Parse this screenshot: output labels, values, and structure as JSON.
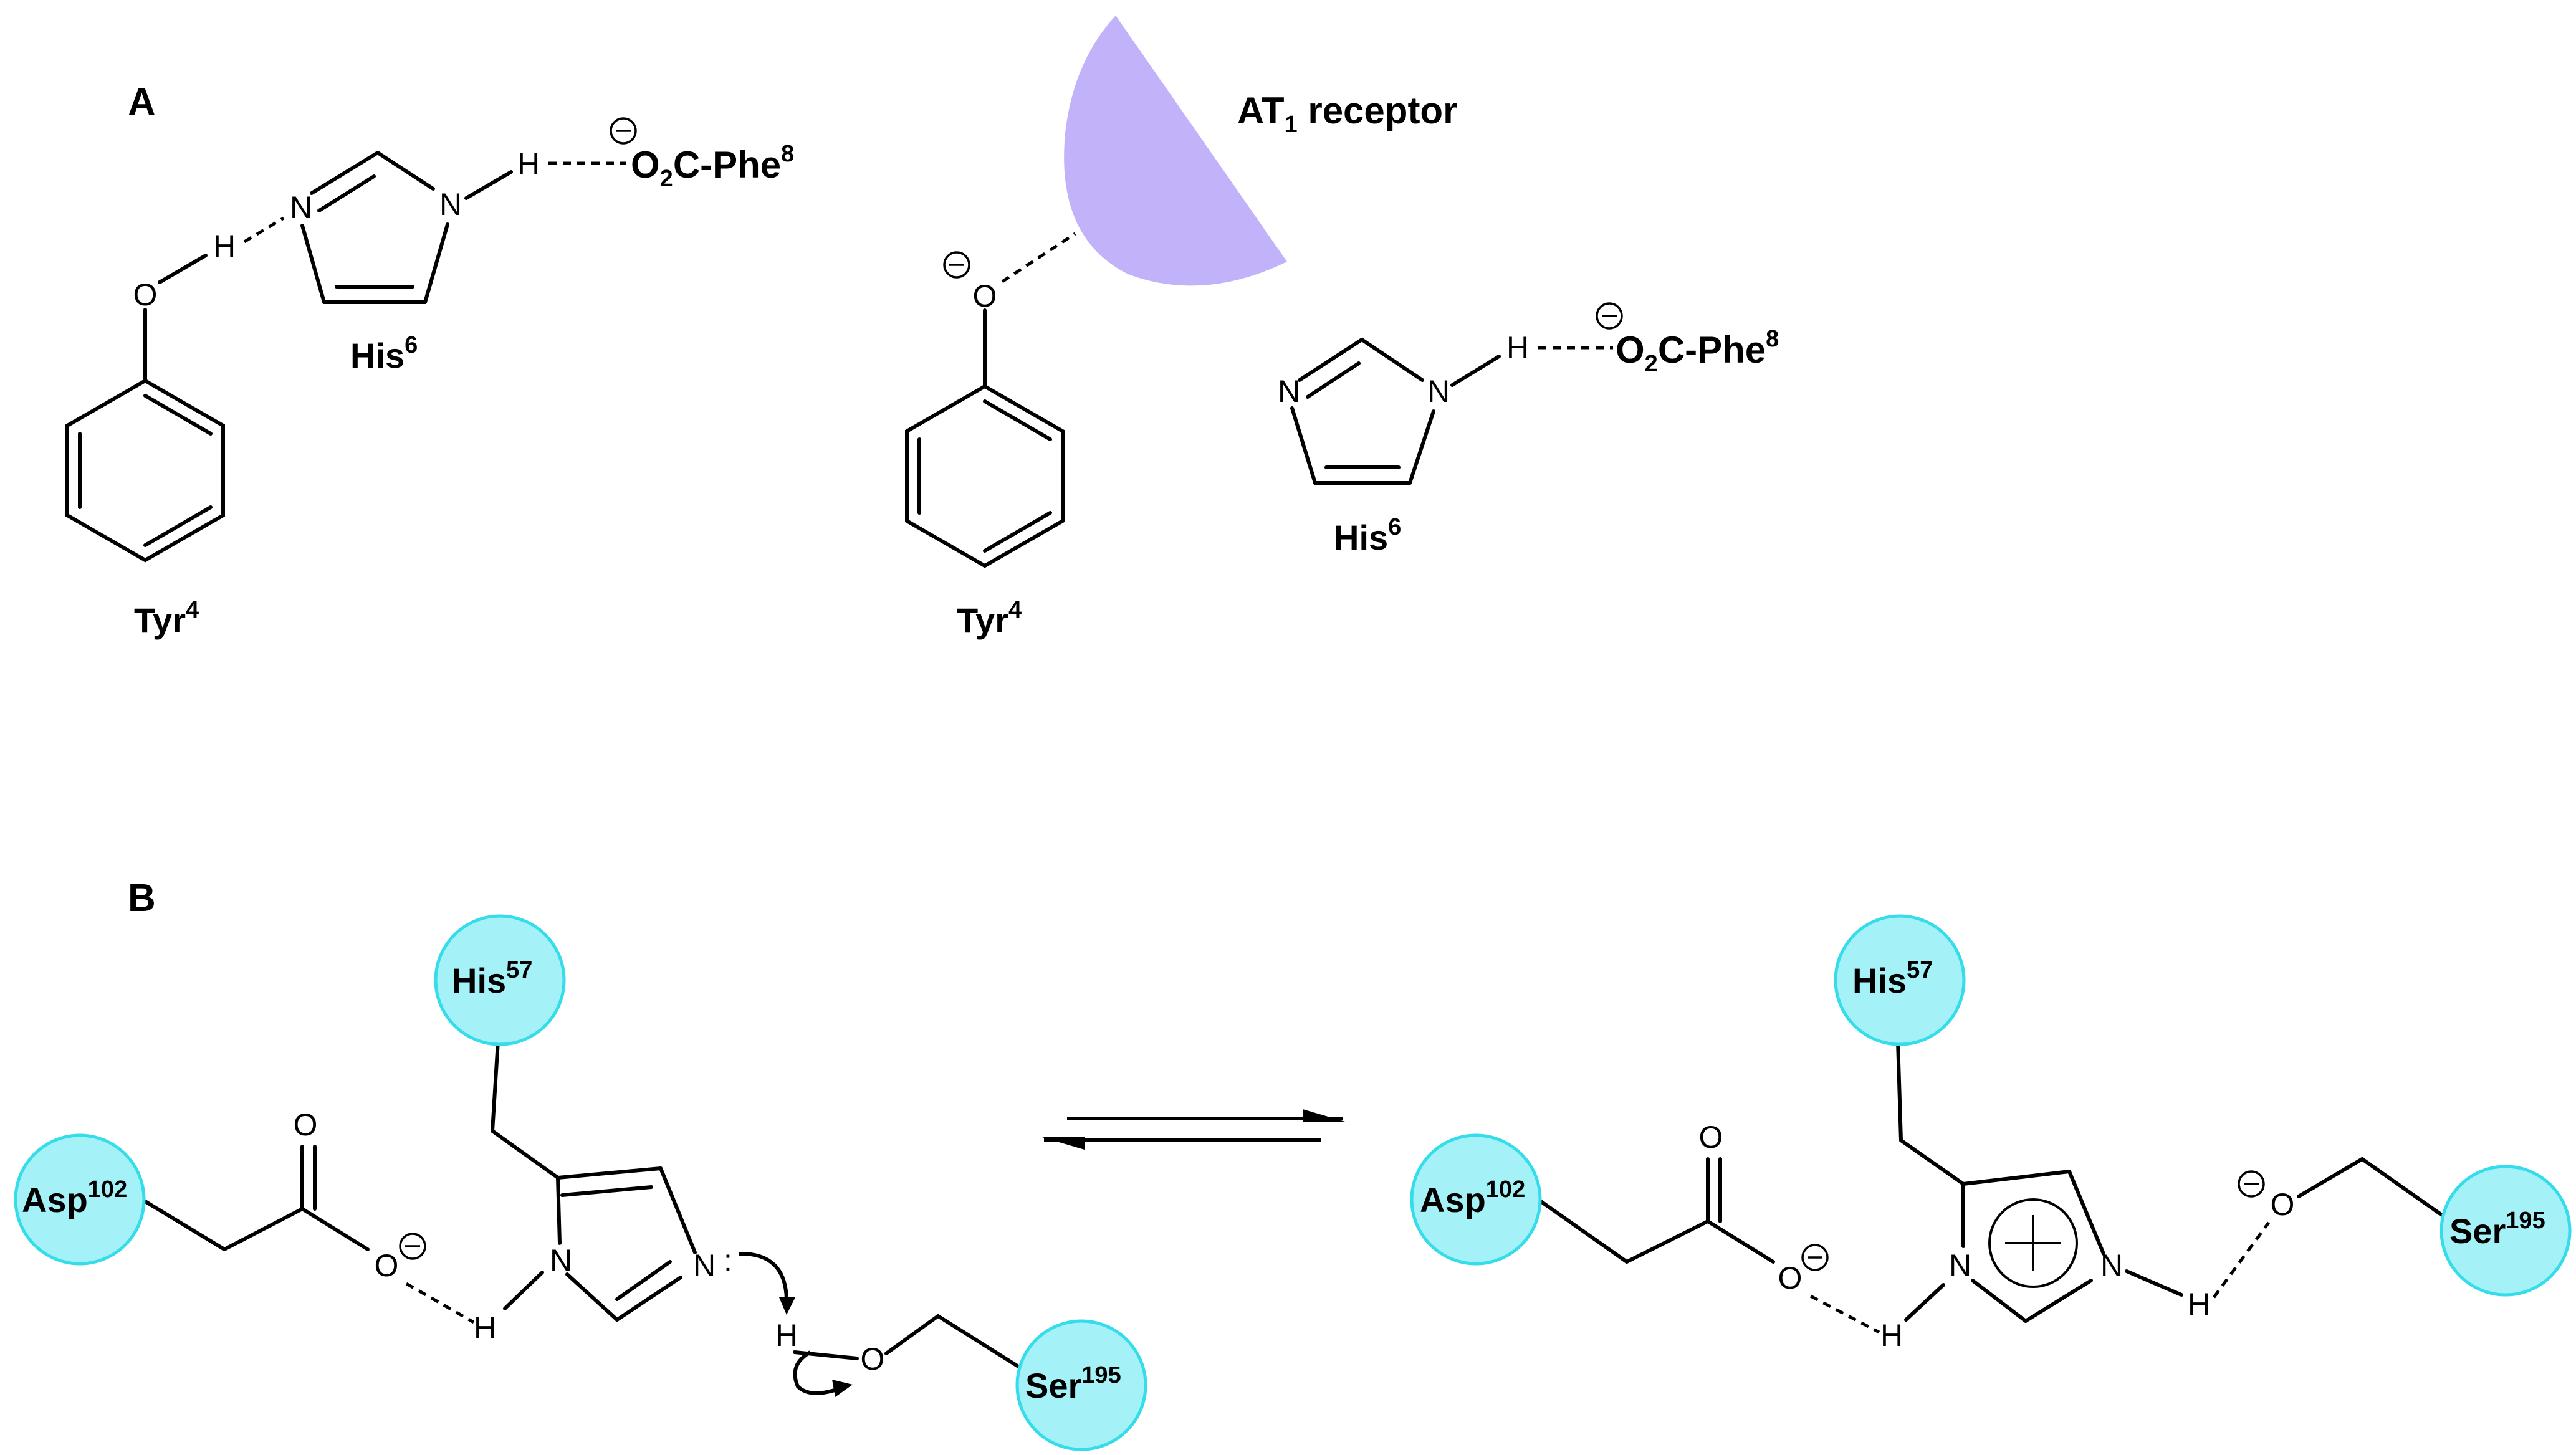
{
  "colors": {
    "receptor_fill": "#c2b2fa",
    "residue_bead_fill": "#a5f1f8",
    "residue_bead_stroke": "#35dcea"
  },
  "panel_a": {
    "label": "A",
    "receptor": {
      "name": "AT",
      "subscript": "1",
      "suffix": " receptor"
    },
    "left": {
      "tyr": {
        "name": "Tyr",
        "number": "4"
      },
      "his": {
        "name": "His",
        "number": "6"
      },
      "carboxylate": {
        "oxygen": "O",
        "oxygen_count": "2",
        "rest": "C-Phe",
        "number": "8"
      }
    },
    "right": {
      "tyr": {
        "name": "Tyr",
        "number": "4"
      },
      "his": {
        "name": "His",
        "number": "6"
      },
      "carboxylate": {
        "oxygen": "O",
        "oxygen_count": "2",
        "rest": "C-Phe",
        "number": "8"
      }
    }
  },
  "panel_b": {
    "label": "B",
    "left": {
      "his": {
        "name": "His",
        "number": "57"
      },
      "asp": {
        "name": "Asp",
        "number": "102"
      },
      "ser": {
        "name": "Ser",
        "number": "195"
      }
    },
    "right": {
      "his": {
        "name": "His",
        "number": "57"
      },
      "asp": {
        "name": "Asp",
        "number": "102"
      },
      "ser": {
        "name": "Ser",
        "number": "195"
      }
    }
  },
  "atoms": {
    "hydrogen": "H",
    "nitrogen": "N",
    "oxygen": "O",
    "lone_pair": ":",
    "charge_minus": "−"
  }
}
